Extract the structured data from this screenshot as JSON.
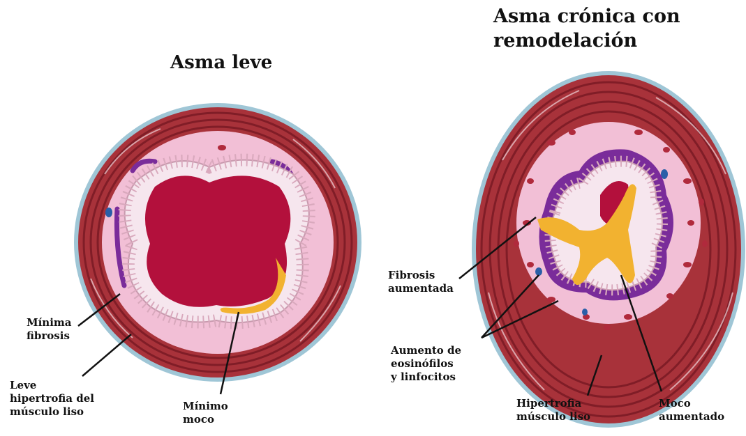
{
  "titles": {
    "left": "Asma leve",
    "right": "Asma crónica con\nremodelación"
  },
  "labels": {
    "minima_fibrosis": "Mínima\nfibrosis",
    "leve_hipertrofia": "Leve\nhipertrofia del\nmúsculo liso",
    "minimo_moco": "Mínimo\nmoco",
    "fibrosis_aumentada": "Fibrosis\naumentada",
    "aumento_eosinofilos": "Aumento de\neosinófilos\ny linfocitos",
    "hipertrofia_musculo": "Hipertrofia\nmúsculo liso",
    "moco_aumentado": "Moco\naumentado"
  },
  "colors": {
    "adventitia": "#9fc6d6",
    "muscle": "#a8323a",
    "muscle_dark": "#7a1a24",
    "submucosa": "#f2bfd6",
    "fibrosis": "#7a2c9a",
    "epithelium": "#f6e6ee",
    "lumen": "#b3103c",
    "mucus": "#f2b230",
    "cells": "#b02a3c",
    "eosinophil": "#2a5fa8"
  }
}
